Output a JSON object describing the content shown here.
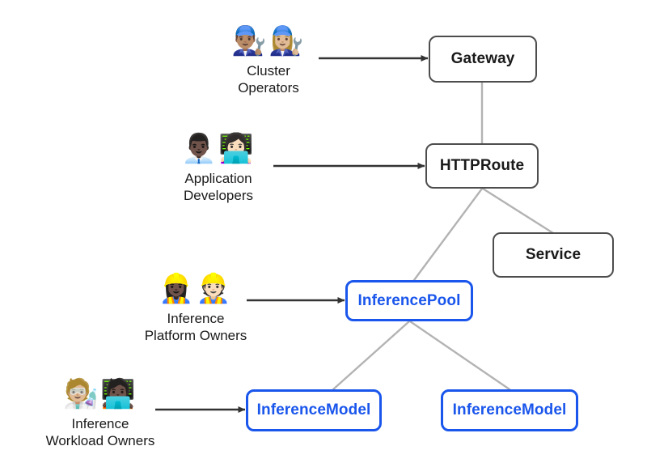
{
  "diagram": {
    "title": "Gateway API Inference Extension personas and resources",
    "background_color": "#ffffff",
    "accent_color": "#1a56ec",
    "node_border_color": "#4d4d4d",
    "connector_color": "#b3b3b3",
    "arrow_color": "#333333"
  },
  "nodes": {
    "gateway": {
      "label": "Gateway",
      "style": "dark"
    },
    "httproute": {
      "label": "HTTPRoute",
      "style": "dark"
    },
    "service": {
      "label": "Service",
      "style": "dark"
    },
    "inferencepool": {
      "label": "InferencePool",
      "style": "blue"
    },
    "inferencemodel_left": {
      "label": "InferenceModel",
      "style": "blue"
    },
    "inferencemodel_right": {
      "label": "InferenceModel",
      "style": "blue"
    }
  },
  "personas": [
    {
      "id": "cluster-operators",
      "label": "Cluster\nOperators",
      "emojis": "👨🏽‍🔧👩🏼‍🔧",
      "icon_names": [
        "man-mechanic-icon",
        "woman-mechanic-icon"
      ],
      "targets": "gateway"
    },
    {
      "id": "application-developers",
      "label": "Application\nDevelopers",
      "emojis": "👨🏿‍💼👩🏻‍💻",
      "icon_names": [
        "man-office-worker-icon",
        "woman-technologist-icon"
      ],
      "targets": "httproute"
    },
    {
      "id": "inference-platform-owners",
      "label": "Inference\nPlatform Owners",
      "emojis": "👷🏿‍♀️👷🏻",
      "icon_names": [
        "woman-construction-worker-icon",
        "construction-worker-icon"
      ],
      "targets": "inferencepool"
    },
    {
      "id": "inference-workload-owners",
      "label": "Inference\nWorkload Owners",
      "emojis": "🧑🏼‍🔬🧑🏿‍💻",
      "icon_names": [
        "scientist-icon",
        "technologist-icon"
      ],
      "targets": "inferencemodel_left"
    }
  ],
  "connections": [
    {
      "from": "cluster-operators",
      "to": "gateway",
      "kind": "arrow"
    },
    {
      "from": "application-developers",
      "to": "httproute",
      "kind": "arrow"
    },
    {
      "from": "inference-platform-owners",
      "to": "inferencepool",
      "kind": "arrow"
    },
    {
      "from": "inference-workload-owners",
      "to": "inferencemodel_left",
      "kind": "arrow"
    },
    {
      "from": "gateway",
      "to": "httproute",
      "kind": "link"
    },
    {
      "from": "httproute",
      "to": "service",
      "kind": "link"
    },
    {
      "from": "httproute",
      "to": "inferencepool",
      "kind": "link"
    },
    {
      "from": "inferencepool",
      "to": "inferencemodel_left",
      "kind": "link"
    },
    {
      "from": "inferencepool",
      "to": "inferencemodel_right",
      "kind": "link"
    }
  ]
}
